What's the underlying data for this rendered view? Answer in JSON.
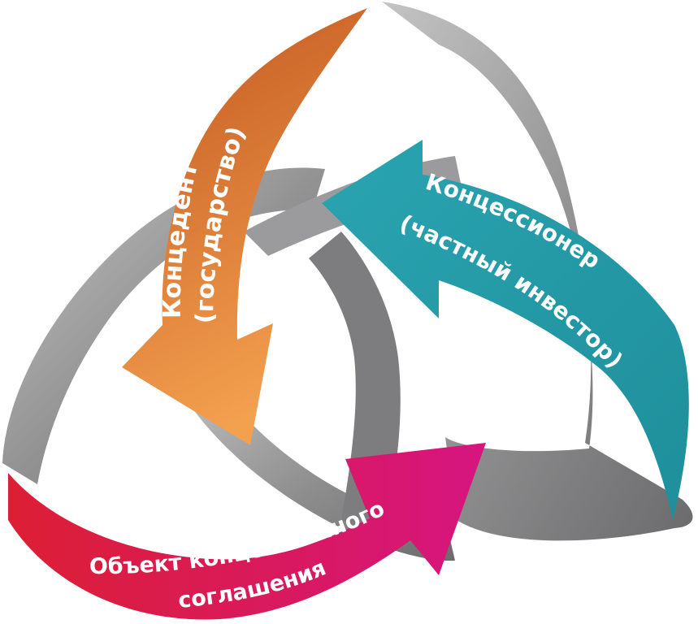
{
  "diagram": {
    "colors": {
      "ribbon_gray": "#8e8e8f",
      "ribbon_gray_dark": "#6b6b6d",
      "ribbon_gray_light": "#c4c4c5",
      "orange_start": "#c1561f",
      "orange_end": "#f3a04f",
      "teal_start": "#2aa4b1",
      "teal_end": "#1e8f9b",
      "red": "#dc1f34",
      "magenta": "#d6157f"
    },
    "concedent": {
      "line1": "Концедент",
      "line2": "(государство)"
    },
    "concessionaire": {
      "line1": "Концессионер",
      "line2": "(частный инвестор)"
    },
    "object": {
      "line1": "Объект концессионного",
      "line2": "соглашения"
    }
  }
}
